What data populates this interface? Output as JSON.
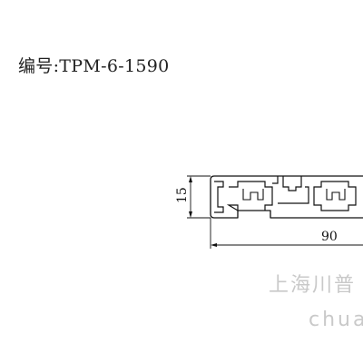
{
  "label": {
    "text": "编号:TPM-6-1590"
  },
  "dimensions": {
    "height": "15",
    "width": "90"
  },
  "watermark": {
    "line1": "上海川普",
    "line2": "chua"
  }
}
